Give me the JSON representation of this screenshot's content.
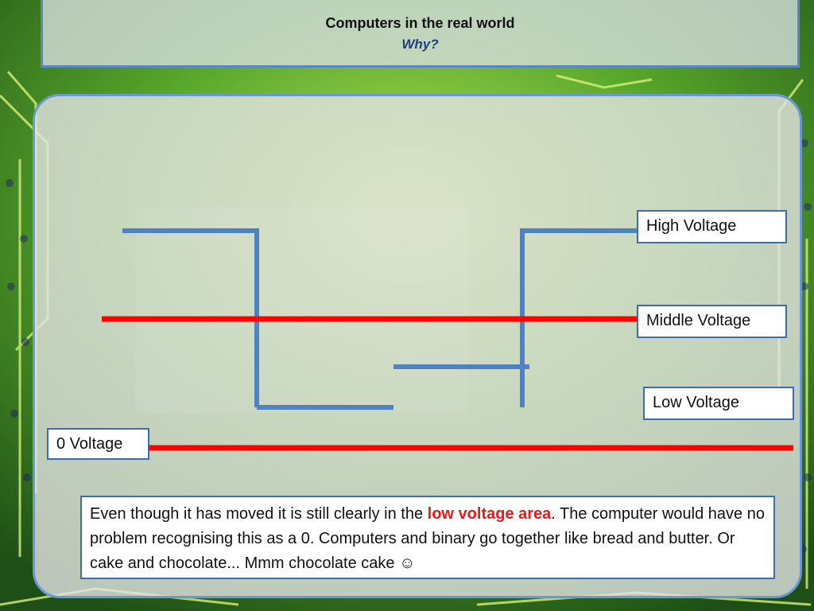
{
  "header": {
    "title": "Computers in the real world",
    "subtitle": "Why?"
  },
  "diagram": {
    "labels": {
      "high": "High Voltage",
      "middle": "Middle Voltage",
      "low": "Low Voltage",
      "zero": "0 Voltage"
    },
    "colors": {
      "signal_line": "#4f82c4",
      "threshold_line": "#ff0000",
      "label_border": "#3d6db0"
    }
  },
  "note": {
    "text_before": "Even though it has moved it is still clearly in the ",
    "highlight": "low voltage area",
    "text_after": ". The computer would have no problem recognising this as a 0. Computers and binary go together like bread and butter. Or cake and chocolate... Mmm chocolate cake ☺",
    "highlight_color": "#e41b1b"
  }
}
